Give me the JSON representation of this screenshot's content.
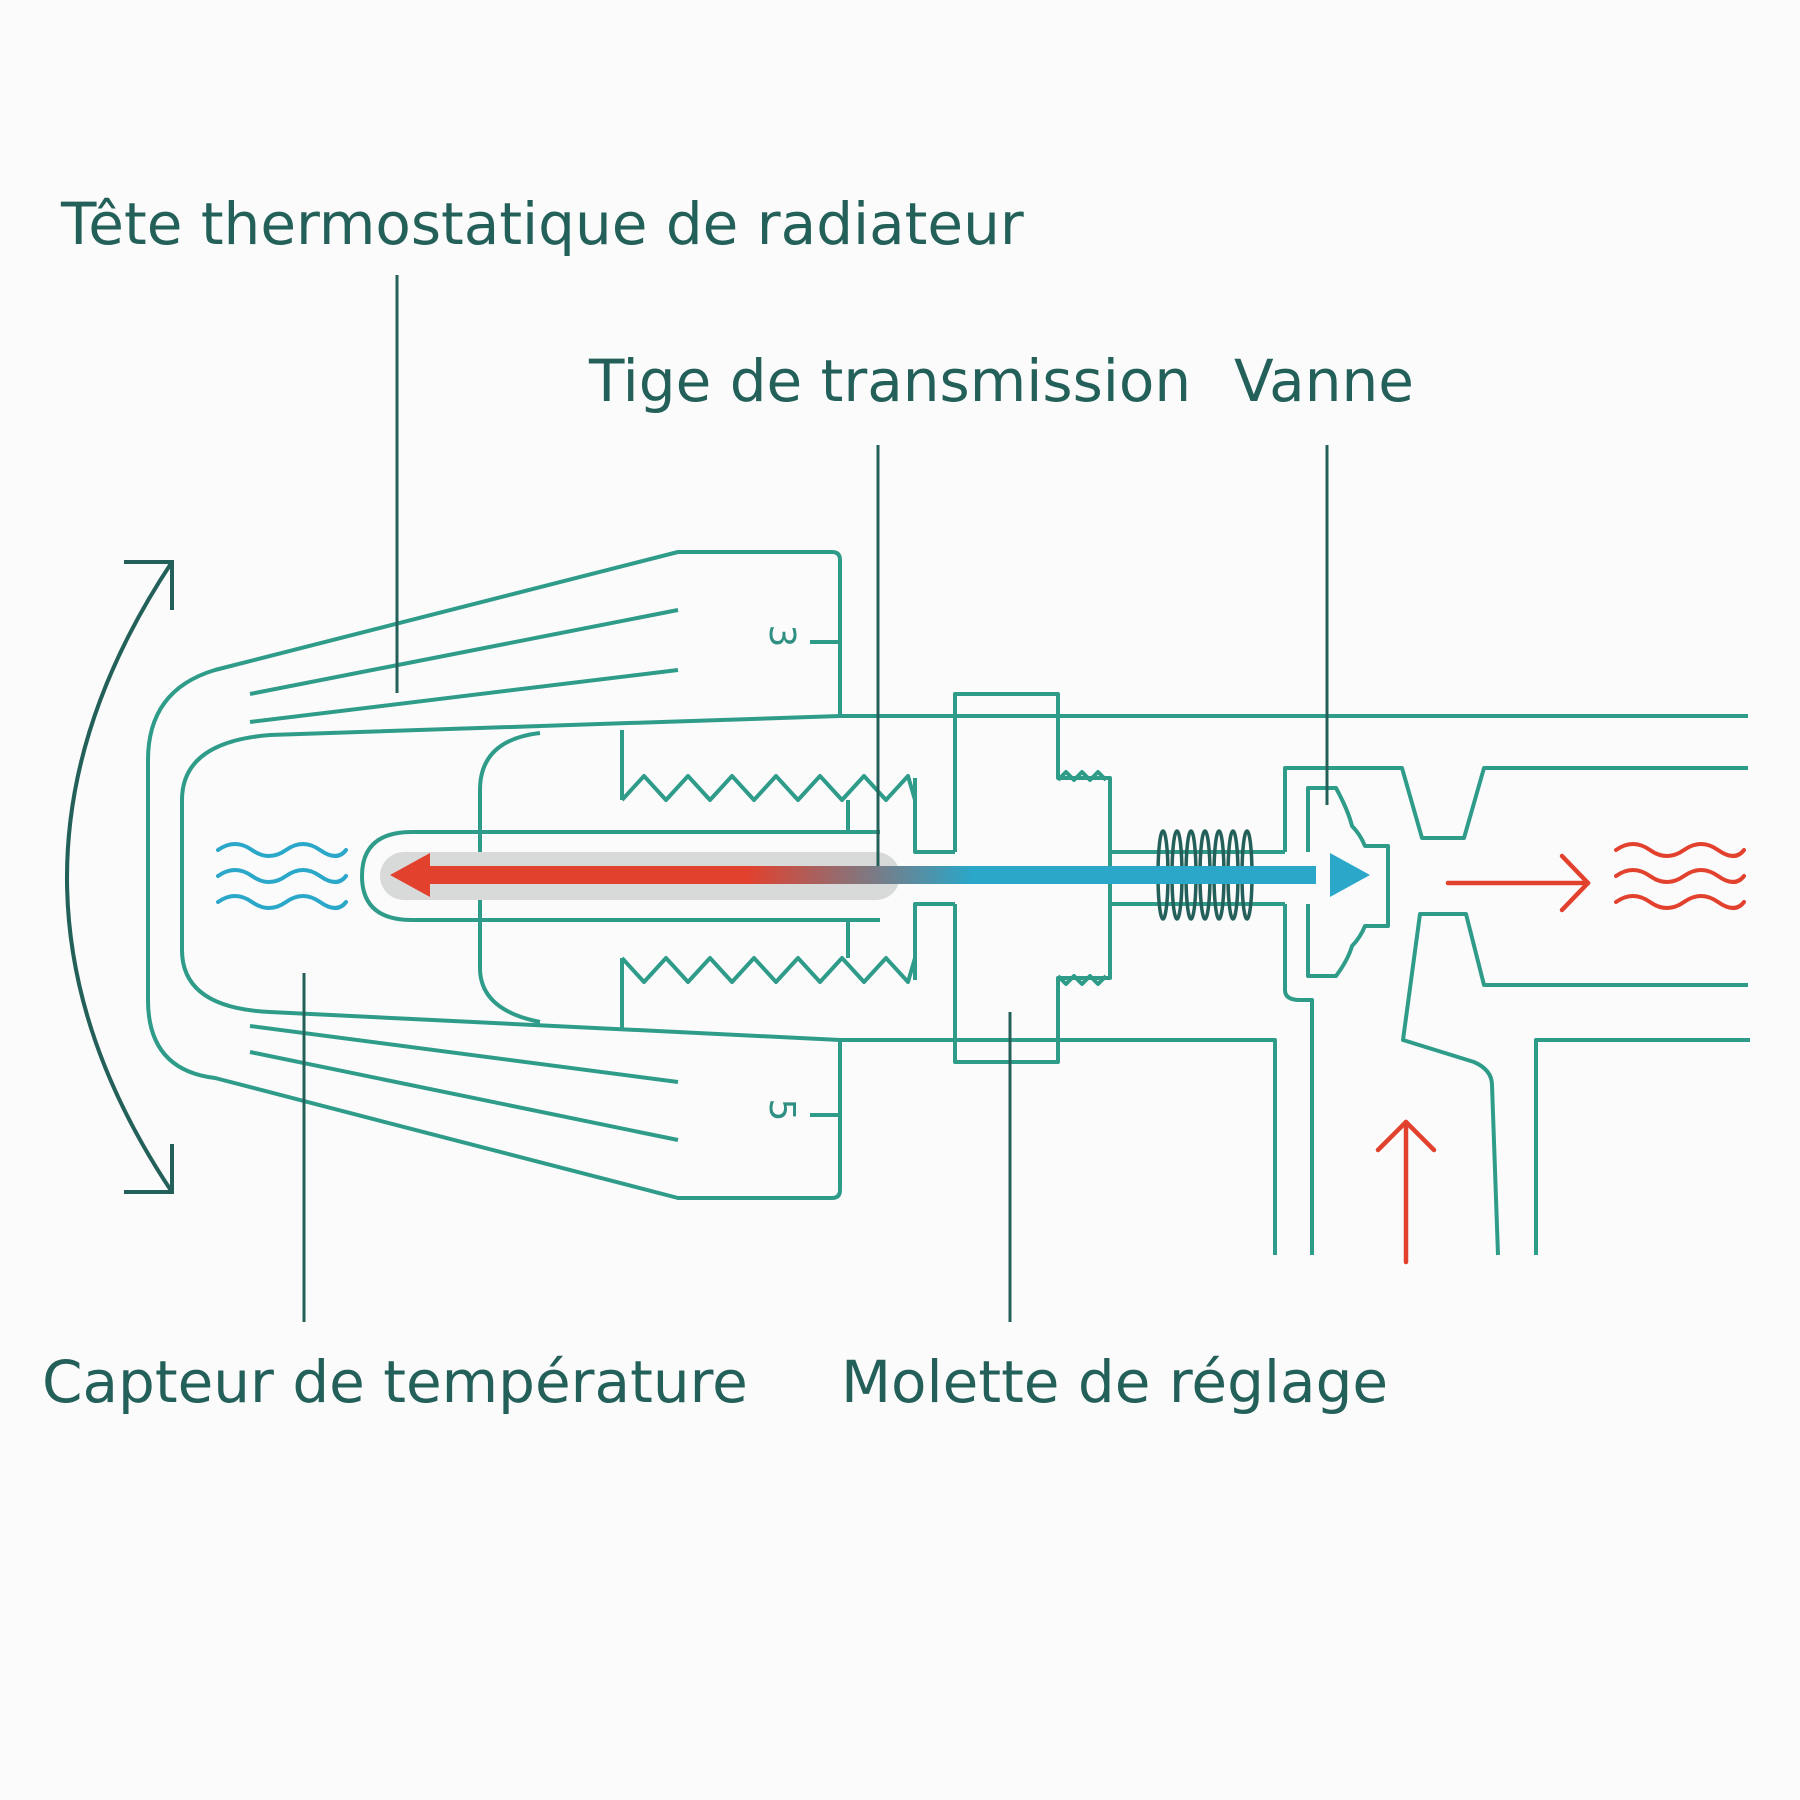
{
  "labels": {
    "thermostatic_head": "Tête thermostatique de radiateur",
    "transmission_rod": "Tige de transmission",
    "valve": "Vanne",
    "temperature_sensor": "Capteur de température",
    "adjustment_wheel": "Molette de réglage"
  },
  "dial_marks": {
    "upper": "3",
    "lower": "5"
  },
  "colors": {
    "outline": "#2f9c8a",
    "leader": "#24605a",
    "text": "#24605a",
    "cold": "#2aa7c9",
    "hot": "#e2412e",
    "background": "#fbfbfb"
  }
}
